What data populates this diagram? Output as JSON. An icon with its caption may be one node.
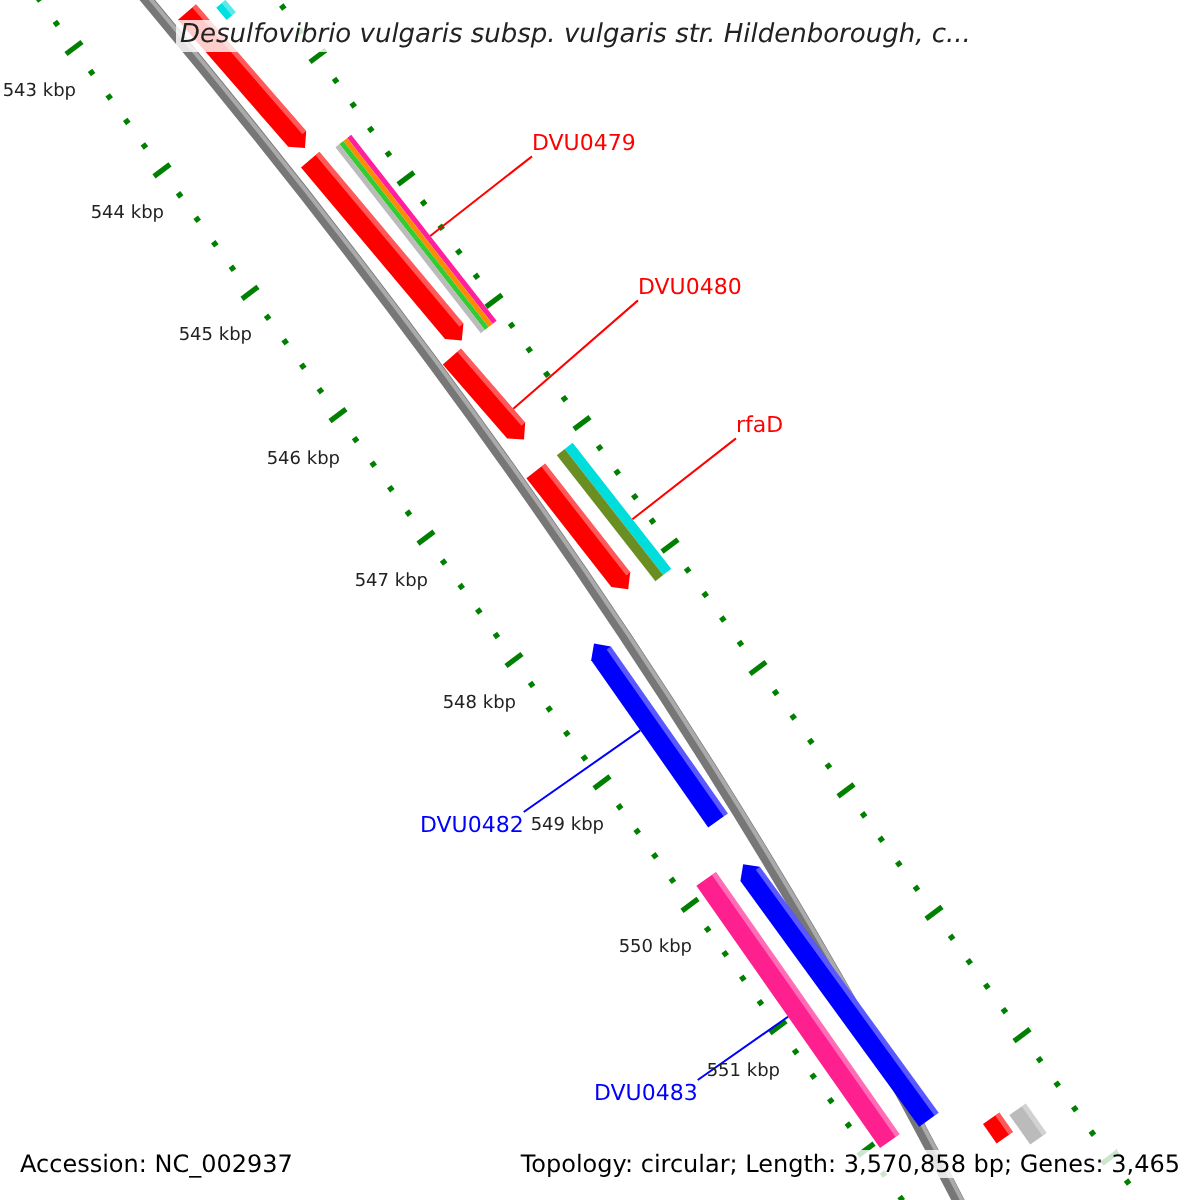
{
  "diagram": {
    "title": "Desulfovibrio vulgaris subsp. vulgaris str. Hildenborough, c...",
    "nodes": [
      {
        "text": [],
        "shape": "bar"
      },
      {
        "text": [],
        "shape": "bar"
      },
      {
        "text": [
          "DVU0479"
        ]
      },
      {
        "text": [],
        "shape": "bar"
      },
      {
        "text": [],
        "shape": "bar"
      },
      {
        "text": [
          "DVU0480"
        ]
      },
      {
        "text": [],
        "shape": "bar"
      },
      {
        "text": [
          "rfaD"
        ]
      },
      {
        "text": [],
        "shape": "bar"
      },
      {
        "text": [],
        "shape": "bar"
      },
      {
        "text": [],
        "shape": "bar"
      },
      {
        "text": [
          "DVU0482"
        ]
      },
      {
        "text": [],
        "shape": "bar"
      },
      {
        "text": [],
        "shape": "bar"
      },
      {
        "text": [
          "DVU0483"
        ]
      },
      {
        "text": [],
        "shape": "bar"
      },
      {
        "text": [],
        "shape": "bar"
      }
    ],
    "edges": [
      {
        "from": 2,
        "to": 3,
        "arrow": "none"
      },
      {
        "from": 5,
        "to": 6,
        "arrow": "none"
      },
      {
        "from": 7,
        "to": 8,
        "arrow": "none"
      },
      {
        "from": 11,
        "to": 10,
        "arrow": "none",
        "color": "#0000ff"
      },
      {
        "from": 14,
        "to": 13,
        "arrow": "none",
        "color": "#0000ff"
      }
    ],
    "labels": [
      "543 kbp",
      "544 kbp",
      "545 kbp",
      "546 kbp",
      "547 kbp",
      "548 kbp",
      "549 kbp",
      "550 kbp",
      "551 kbp",
      "Accession: NC_002937",
      "Topology: circular; Length: 3,570,858 bp; Genes: 3,465"
    ]
  }
}
